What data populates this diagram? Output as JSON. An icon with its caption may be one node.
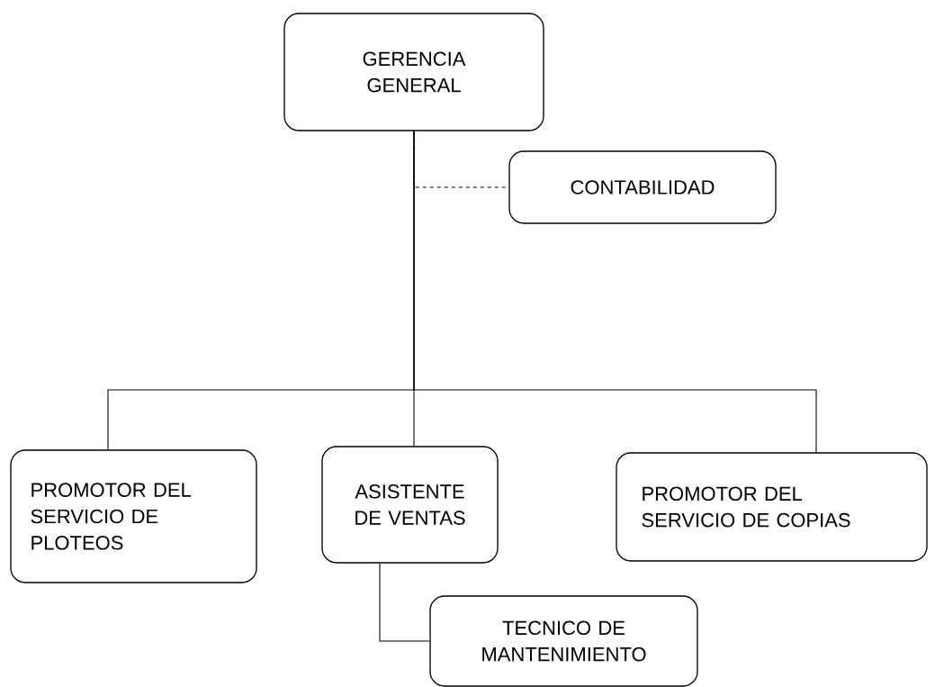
{
  "diagram": {
    "nodes": [
      {
        "text": [
          "GERENCIA GENERAL"
        ]
      },
      {
        "text": [
          "CONTABILIDAD"
        ]
      },
      {
        "text": [
          "PROMOTOR DEL SERVICIO DE PLOTEOS"
        ]
      },
      {
        "text": [
          "ASISTENTE DE VENTAS"
        ]
      },
      {
        "text": [
          "PROMOTOR DEL SERVICIO DE COPIAS"
        ]
      },
      {
        "text": [
          "TECNICO DE MANTENIMIENTO"
        ]
      }
    ],
    "edges": [
      {
        "from": 0,
        "to": 1,
        "arrow": "none",
        "style": "dashed"
      },
      {
        "from": 0,
        "to": 2,
        "arrow": "none"
      },
      {
        "from": 0,
        "to": 3,
        "arrow": "none"
      },
      {
        "from": 0,
        "to": 4,
        "arrow": "none"
      },
      {
        "from": 3,
        "to": 5,
        "arrow": "none"
      }
    ]
  }
}
